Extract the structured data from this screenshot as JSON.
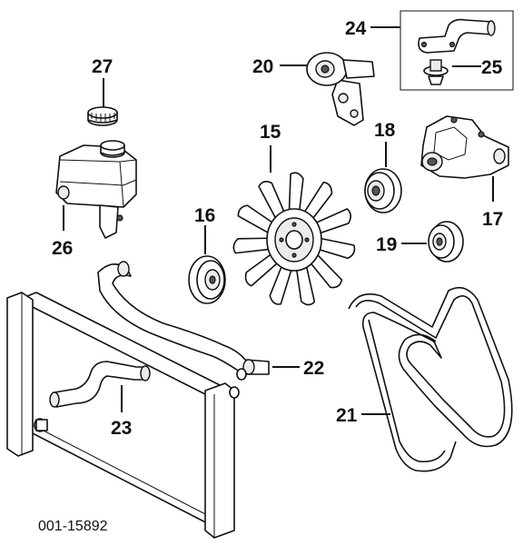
{
  "figure_code": "001-15892",
  "parts": {
    "radiator_cap": {
      "callout": "27"
    },
    "coolant_reservoir": {
      "callout": "26"
    },
    "fan_clutch_spacer": {
      "callout": "16"
    },
    "fan_blade": {
      "callout": "15"
    },
    "tensioner": {
      "callout": "20"
    },
    "idler_pulley_upper": {
      "callout": "18"
    },
    "idler_pulley_lower": {
      "callout": "19"
    },
    "water_pump": {
      "callout": "17"
    },
    "thermostat_housing_group": {
      "callout": "24"
    },
    "thermostat": {
      "callout": "25"
    },
    "upper_radiator_hose": {
      "callout": "22"
    },
    "lower_radiator_hose": {
      "callout": "23"
    },
    "serpentine_belt": {
      "callout": "21"
    }
  }
}
